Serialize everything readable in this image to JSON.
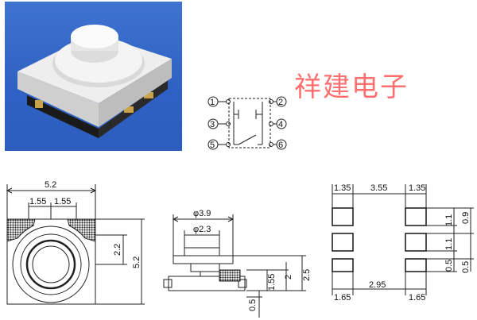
{
  "brand_text": "祥建电子",
  "schematic": {
    "pins": [
      "1",
      "2",
      "3",
      "4",
      "5",
      "6"
    ]
  },
  "top_view": {
    "width": "5.2",
    "pitch_left": "1.55",
    "pitch_right": "1.55",
    "height": "5.2",
    "inner": "2.2"
  },
  "side_view": {
    "cap_diameter": "φ3.9",
    "stem_diameter": "φ2.3",
    "body_height": "1.55",
    "height_2": "2",
    "height_3": "2.5",
    "base": "0.5"
  },
  "pad_layout": {
    "top": [
      "1.35",
      "3.55",
      "1.35"
    ],
    "bottom": [
      "1.65",
      "2.95",
      "1.65"
    ],
    "right_inner": [
      "1.1",
      "1.1",
      "0.5"
    ],
    "right_outer": [
      "0.9",
      "0.5"
    ]
  },
  "colors": {
    "photo_bg": "#3468c6",
    "brand": "#ff6f6f",
    "line": "#222222"
  }
}
